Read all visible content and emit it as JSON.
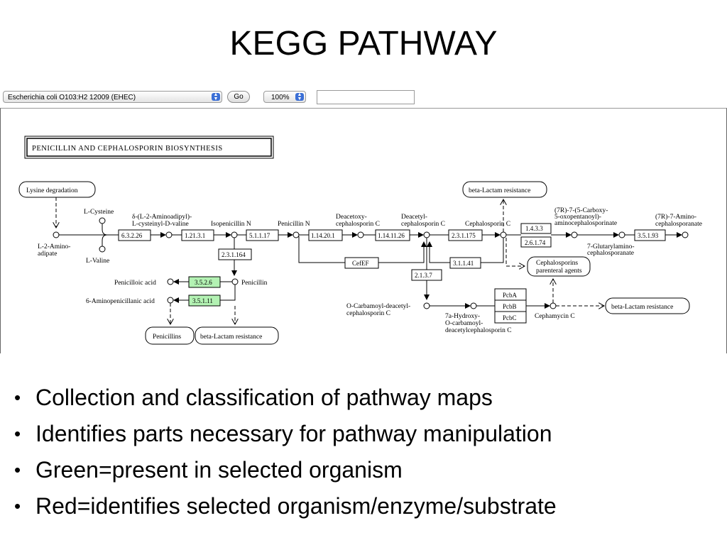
{
  "slide": {
    "title": "KEGG PATHWAY"
  },
  "toolbar": {
    "organism_select": "Escherichia coli O103:H2 12009 (EHEC)",
    "go_label": "Go",
    "zoom_select": "100%",
    "search_value": ""
  },
  "pathway": {
    "map_title": "PENICILLIN AND CEPHALOSPORIN BIOSYNTHESIS",
    "map_links": {
      "lysine_degradation": "Lysine degradation",
      "beta_lactam_resistance_top": "beta-Lactam resistance",
      "cephalosporins_parenteral": [
        "Cephalosporins",
        "parenteral agents"
      ],
      "penicillins": "Penicillins",
      "beta_lactam_resistance_bottom": "beta-Lactam resistance",
      "beta_lactam_resistance_right": "beta-Lactam resistance"
    },
    "compounds": {
      "l_cysteine": "L-Cysteine",
      "l_valine": "L-Valine",
      "l_2_aminoadipate": [
        "L-2-Amino-",
        "adipate"
      ],
      "acv": [
        "δ-(L-2-Aminoadipyl)-",
        "L-cysteinyl-D-valine"
      ],
      "isopenicillin_n": "Isopenicillin N",
      "penicillin_n": "Penicillin N",
      "deacetoxycephalosporin_c": [
        "Deacetoxy-",
        "cephalosporin C"
      ],
      "deacetylcephalosporin_c": [
        "Deacetyl-",
        "cephalosporin C"
      ],
      "cephalosporin_c": "Cephalosporin C",
      "carboxy_oxopentanoyl": [
        "(7R)-7-(5-Carboxy-",
        "5-oxopentanoyl)-",
        "aminocephalosporinate"
      ],
      "aminocephalosporanate": [
        "(7R)-7-Amino-",
        "cephalosporanate"
      ],
      "glutarylamino": [
        "7-Glutarylamino-",
        "cephalosporanate"
      ],
      "penicilloic_acid": "Penicilloic acid",
      "penicillin": "Penicillin",
      "aminopenicillanic_acid": "6-Aminopenicillanic acid",
      "carbamoyl_deacetyl": [
        "O-Carbamoyl-deacetyl-",
        "cephalosporin C"
      ],
      "hydroxy_carbamoyl": [
        "7a-Hydroxy-",
        "O-carbamoyl-",
        "deacetylcephalosporin C"
      ],
      "cephamycin_c": "Cephamycin C"
    },
    "enzymes": {
      "e_6_3_2_26": "6.3.2.26",
      "e_1_21_3_1": "1.21.3.1",
      "e_5_1_1_17": "5.1.1.17",
      "e_1_14_20_1": "1.14.20.1",
      "e_1_14_11_26": "1.14.11.26",
      "e_2_3_1_175": "2.3.1.175",
      "e_1_4_3_3": "1.4.3.3",
      "e_2_6_1_74": "2.6.1.74",
      "e_3_5_1_93": "3.5.1.93",
      "e_2_3_1_164": "2.3.1.164",
      "e_3_5_2_6": "3.5.2.6",
      "e_3_5_1_11": "3.5.1.11",
      "cefef": "CefEF",
      "e_3_1_1_41": "3.1.1.41",
      "e_2_1_3_7": "2.1.3.7",
      "pcba": "PcbA",
      "pcbb": "PcbB",
      "pcbc": "PcbC"
    },
    "colors": {
      "present_in_organism": "#b3f2b3",
      "enzyme_default": "#ffffff",
      "line": "#000000"
    }
  },
  "bullets": [
    "Collection and classification of pathway maps",
    "Identifies parts necessary for pathway manipulation",
    "Green=present in selected organism",
    "Red=identifies selected organism/enzyme/substrate"
  ]
}
